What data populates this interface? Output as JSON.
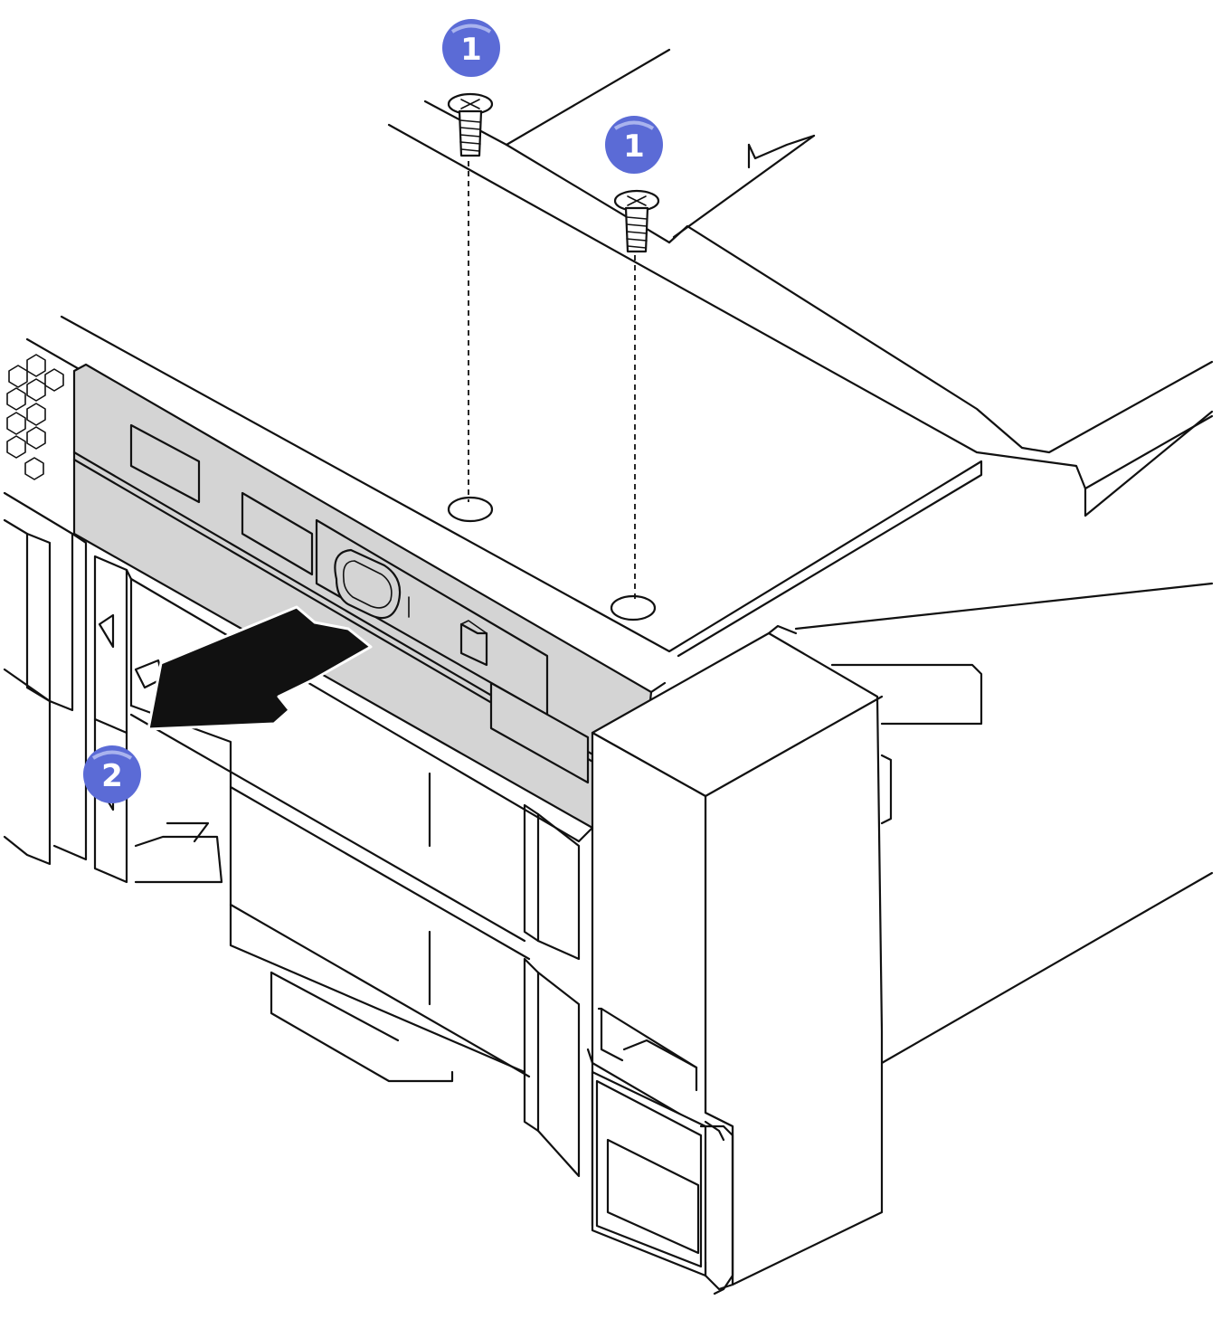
{
  "callouts": [
    {
      "label": "1",
      "color": "#5b6bd6",
      "meaning": "remove-screw"
    },
    {
      "label": "1",
      "color": "#5b6bd6",
      "meaning": "remove-screw"
    },
    {
      "label": "2",
      "color": "#5b6bd6",
      "meaning": "slide-out-cage"
    }
  ],
  "colors": {
    "outline": "#111111",
    "panel_fill": "#d4d4d4",
    "arrow_fill": "#111111",
    "background": "#ffffff"
  }
}
